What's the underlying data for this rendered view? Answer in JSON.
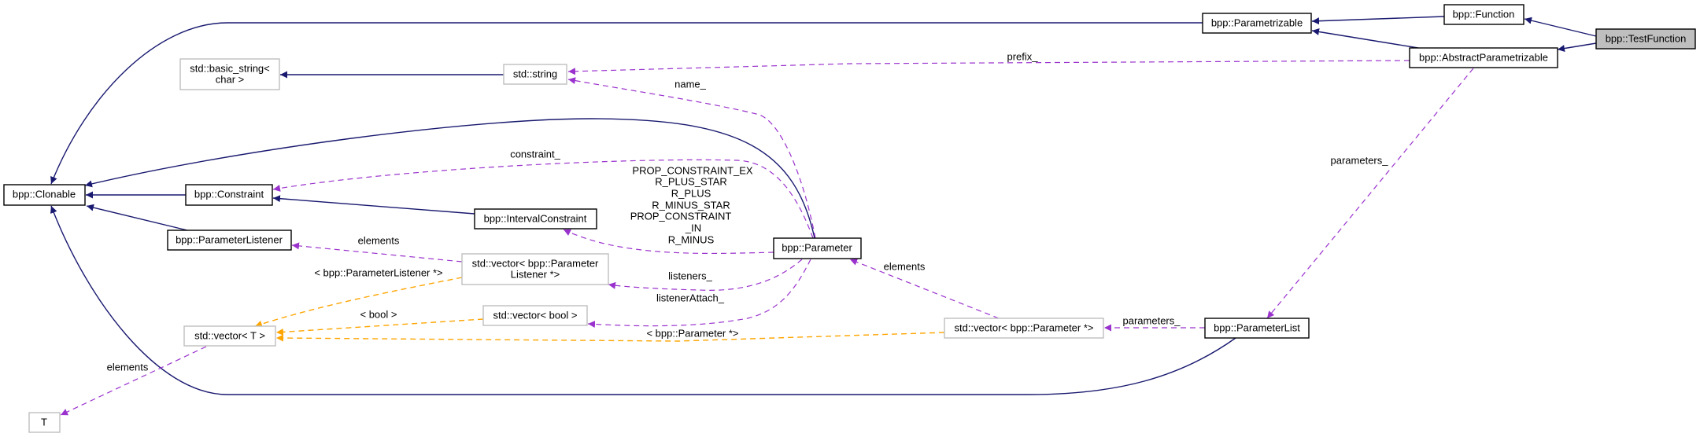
{
  "colors": {
    "inheritance": "#191970",
    "usage": "#9a32cd",
    "template": "#ffa500",
    "external_border": "#bfbfbf",
    "current_fill": "#bfbfbf"
  },
  "nodes": {
    "test_function": "bpp::TestFunction",
    "function": "bpp::Function",
    "parametrizable": "bpp::Parametrizable",
    "abstract_parametrizable": "bpp::AbstractParametrizable",
    "clonable": "bpp::Clonable",
    "basic_string": [
      "std::basic_string<",
      "char >"
    ],
    "string": "std::string",
    "constraint": "bpp::Constraint",
    "interval_constraint": "bpp::IntervalConstraint",
    "parameter_listener": "bpp::ParameterListener",
    "vector_listener": [
      "std::vector< bpp::Parameter",
      "Listener *>"
    ],
    "parameter": "bpp::Parameter",
    "vector_bool": "std::vector< bool >",
    "vector_t": "std::vector< T >",
    "t": "T",
    "vector_parameter": "std::vector< bpp::Parameter *>",
    "parameter_list": "bpp::ParameterList"
  },
  "edge_labels": {
    "prefix": "prefix_",
    "name": "name_",
    "constraint": "constraint_",
    "constants": [
      "PROP_CONSTRAINT_EX",
      "R_PLUS_STAR",
      "R_PLUS",
      "R_MINUS_STAR",
      "PROP_CONSTRAINT",
      "_IN",
      "R_MINUS"
    ],
    "elements_listener": "elements",
    "tpl_listener": "< bpp::ParameterListener *>",
    "listeners": "listeners_",
    "listener_attach": "listenerAttach_",
    "tpl_bool": "< bool >",
    "tpl_parameter": "< bpp::Parameter *>",
    "elements_t": "elements",
    "elements_parameter": "elements",
    "parameters_abstract": "parameters_",
    "parameters_list": "parameters_"
  }
}
